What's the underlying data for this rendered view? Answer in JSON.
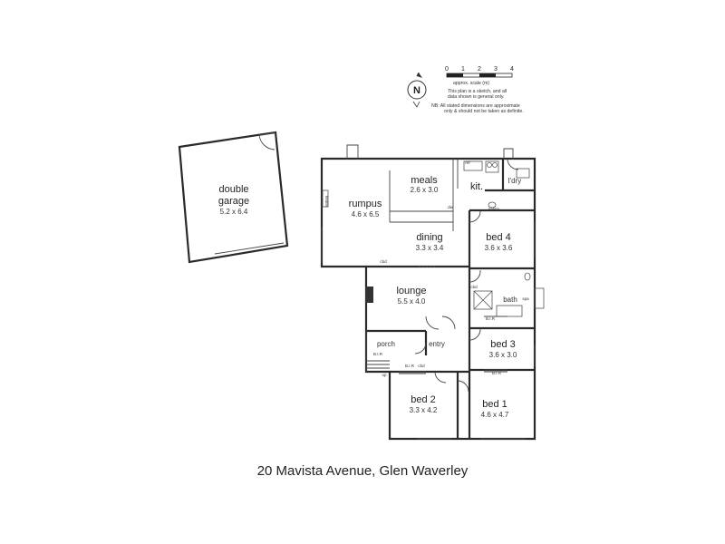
{
  "caption": "20 Mavista Avenue, Glen Waverley",
  "scale": {
    "ticks": [
      "0",
      "1",
      "2",
      "3",
      "4"
    ],
    "label": "approx. scale (m)",
    "disclaimer_lines": [
      "This plan is a sketch, and all",
      "data shown is general only."
    ],
    "note_lines": [
      "NB: All stated dimensions are approximate",
      "only & should not be taken as definite."
    ]
  },
  "compass": {
    "letter": "N"
  },
  "rooms": {
    "garage": {
      "name_line1": "double",
      "name_line2": "garage",
      "dims": "5.2 x 6.4"
    },
    "rumpus": {
      "name": "rumpus",
      "dims": "4.6 x 6.5"
    },
    "meals": {
      "name": "meals",
      "dims": "2.6 x 3.0"
    },
    "kitchen": {
      "name": "kit."
    },
    "laundry": {
      "name": "l'dry"
    },
    "pantry": {
      "name": "pantry"
    },
    "dining": {
      "name": "dining",
      "dims": "3.3 x 3.4"
    },
    "bed4": {
      "name": "bed 4",
      "dims": "3.6 x 3.6"
    },
    "lounge": {
      "name": "lounge",
      "dims": "5.5 x 4.0"
    },
    "bath": {
      "name": "bath"
    },
    "spa": {
      "name": "spa"
    },
    "bed3": {
      "name": "bed 3",
      "dims": "3.6 x 3.0"
    },
    "porch": {
      "name": "porch"
    },
    "entry": {
      "name": "entry"
    },
    "bed2": {
      "name": "bed 2",
      "dims": "3.3 x 4.2"
    },
    "bed1": {
      "name": "bed 1",
      "dims": "4.6 x 4.7"
    }
  },
  "small_labels": {
    "heater": "heater",
    "cbd": "cbd",
    "bir": "B.I.R",
    "up": "up",
    "ref": "ref",
    "dw": "dw"
  }
}
